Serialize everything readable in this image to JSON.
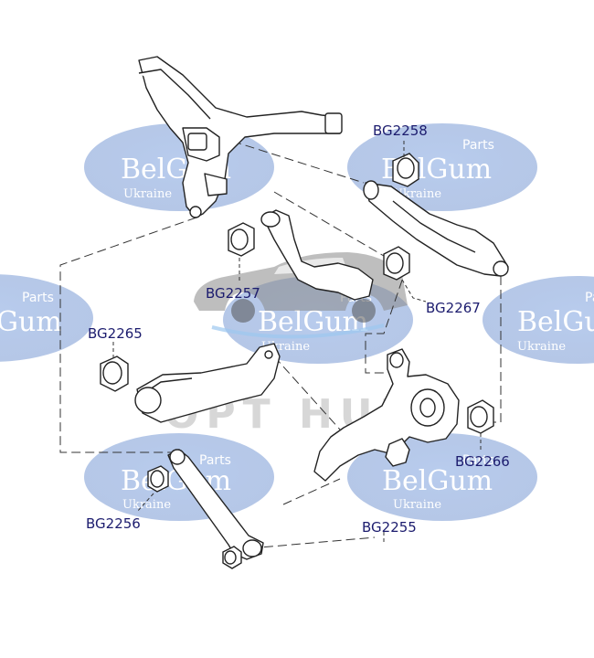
{
  "watermark": {
    "brand": "BelGum",
    "prefix": "Parts",
    "country": "Ukraine",
    "edge_text": "Gum",
    "center_text": "OPT HUB",
    "oval_color": "#6a8ed0"
  },
  "parts": {
    "bg2258": "BG2258",
    "bg2257": "BG2257",
    "bg2267": "BG2267",
    "bg2265": "BG2265",
    "bg2266": "BG2266",
    "bg2256": "BG2256",
    "bg2255": "BG2255"
  },
  "label_color": "#1c1c6e"
}
